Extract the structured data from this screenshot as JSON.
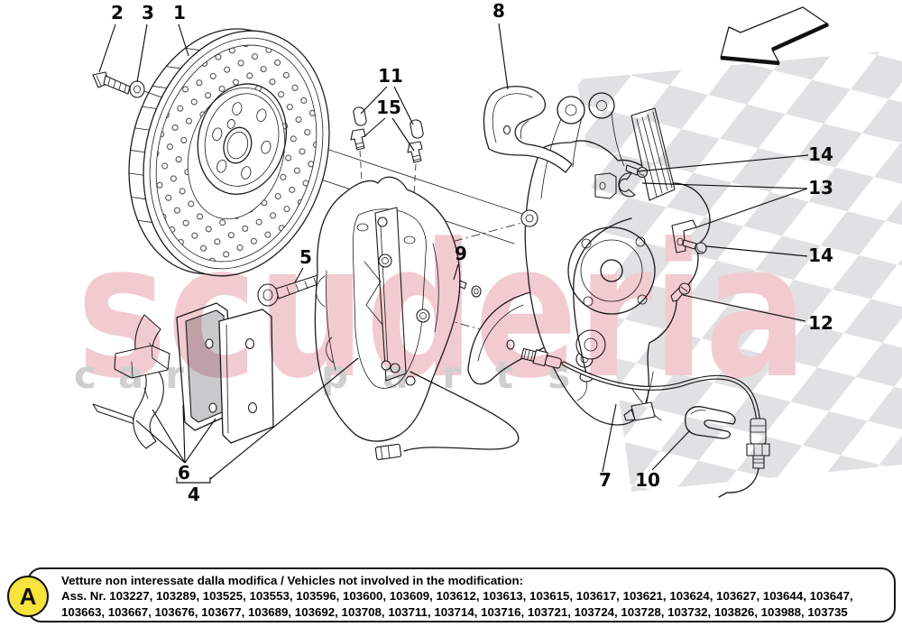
{
  "watermark": {
    "brand": "scuderia",
    "sub_left": "car",
    "sub_right": "parts",
    "pink_color": "#e8a0ab",
    "sub_gray_color": "#a8a8a8",
    "flag_gray_color": "#c9c9cd"
  },
  "callouts": {
    "n1": "1",
    "n2": "2",
    "n3": "3",
    "n4": "4",
    "n5": "5",
    "n6": "6",
    "n7": "7",
    "n8": "8",
    "n9": "9",
    "n10": "10",
    "n11": "11",
    "n12": "12",
    "n13": "13",
    "n14a": "14",
    "n14b": "14",
    "n15": "15"
  },
  "note": {
    "badge": "A",
    "line1": "Vetture non interessate dalla modifica / Vehicles not involved in the modification:",
    "line2": "Ass. Nr. 103227, 103289, 103525, 103553, 103596, 103600, 103609, 103612, 103613, 103615, 103617, 103621, 103624, 103627, 103644, 103647,",
    "line3": "103663, 103667, 103676, 103677, 103689, 103692, 103708, 103711, 103714, 103716, 103721, 103724, 103728, 103732, 103826, 103988, 103735"
  }
}
